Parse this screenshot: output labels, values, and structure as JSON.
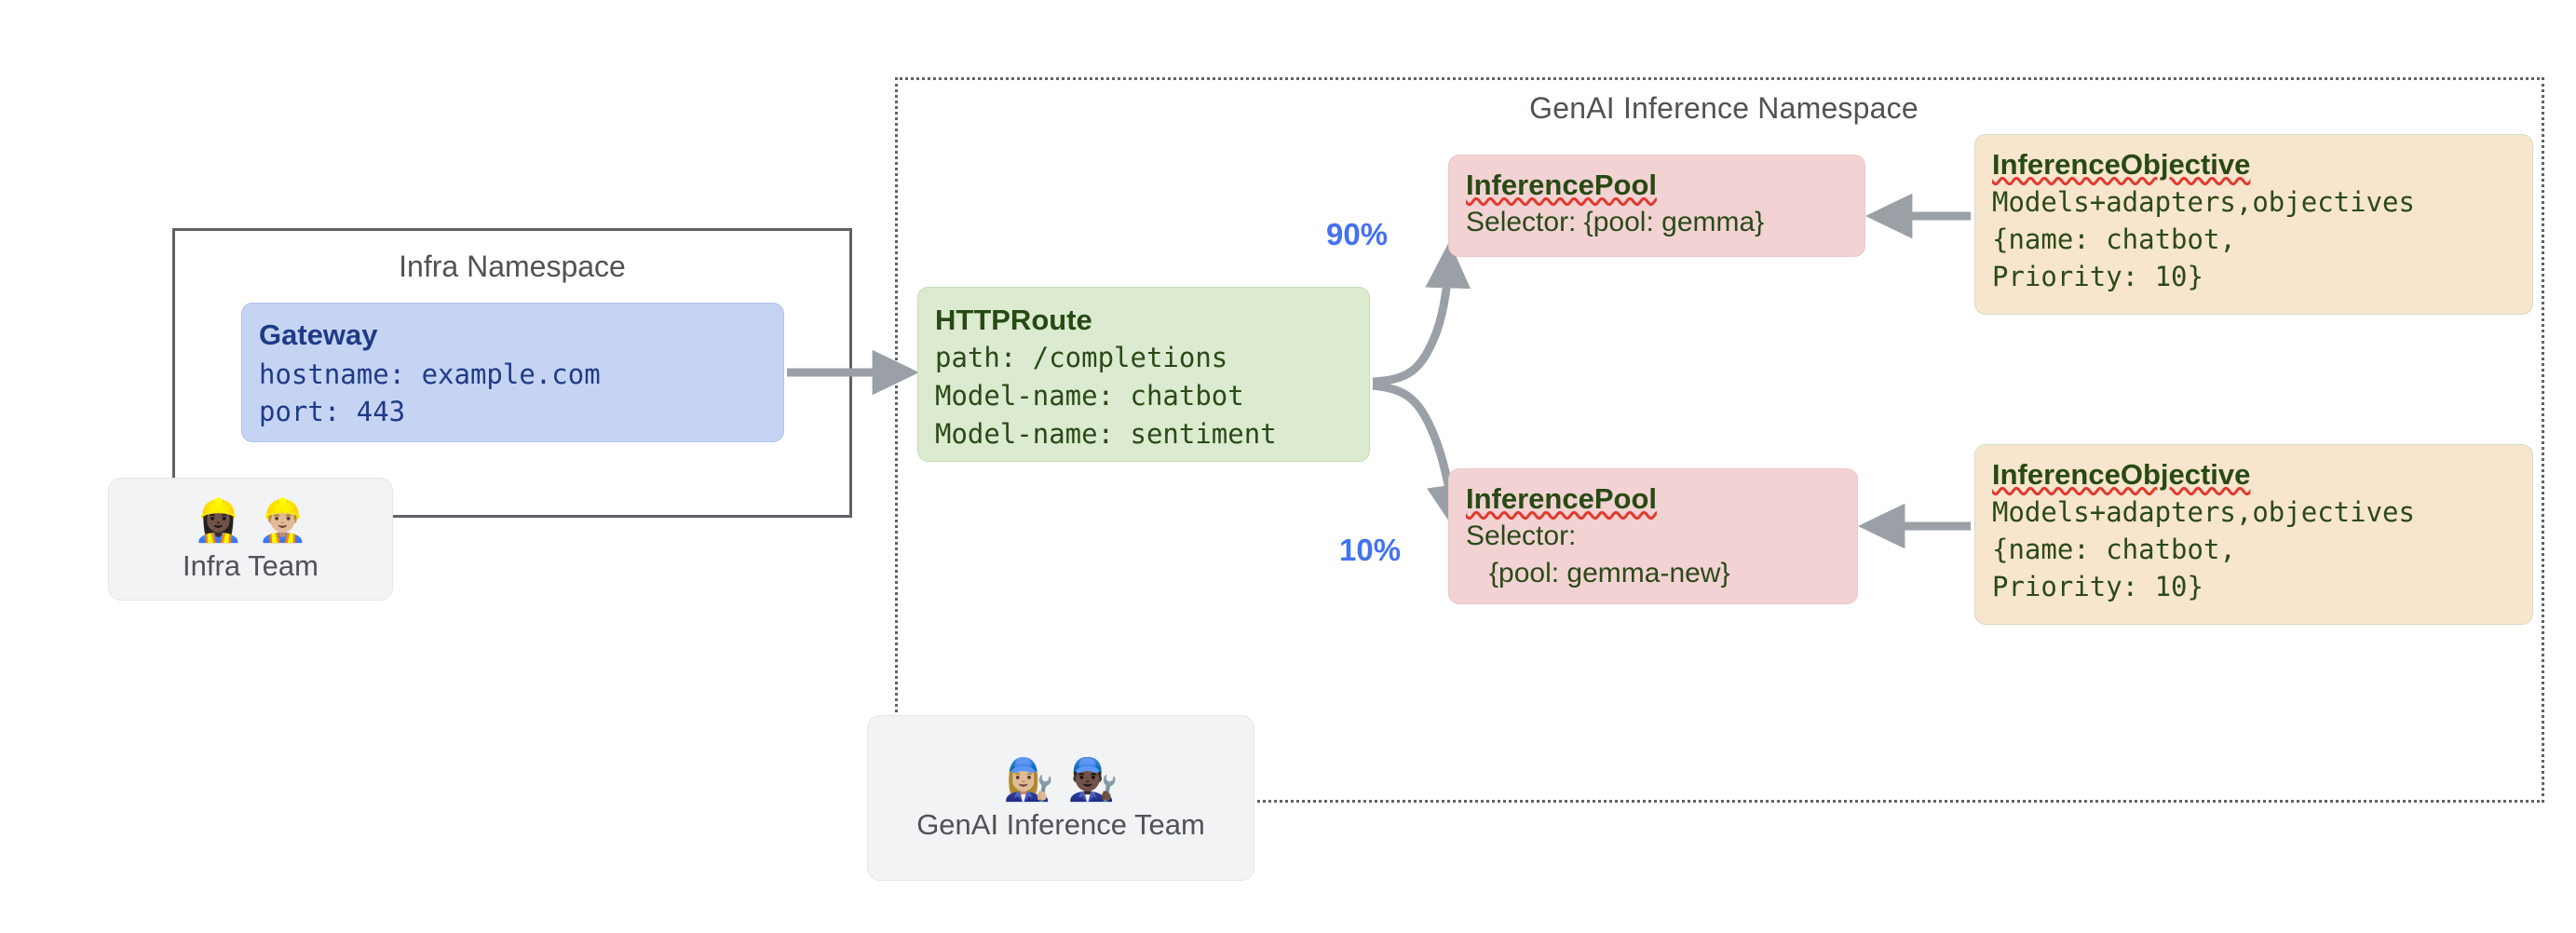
{
  "namespaces": {
    "genai": {
      "title": "GenAI Inference Namespace",
      "border_style": "dotted"
    },
    "infra": {
      "title": "Infra Namespace",
      "border_style": "solid"
    }
  },
  "nodes": {
    "gateway": {
      "title": "Gateway",
      "line1": "hostname: example.com",
      "line2": "port: 443",
      "color": "#c6d4f4",
      "text_color": "#1f3b86"
    },
    "httproute": {
      "title": "HTTPRoute",
      "line1": "path: /completions",
      "line2": "Model-name: chatbot",
      "line3": "Model-name: sentiment",
      "color": "#dcead0",
      "text_color": "#274a14"
    },
    "pool_gemma": {
      "title": "InferencePool",
      "line1": "Selector: {pool: gemma}",
      "color": "#f2d2d3",
      "text_color": "#274a14"
    },
    "pool_gemma_new": {
      "title": "InferencePool",
      "line1": "Selector:",
      "line2": "   {pool: gemma-new}",
      "color": "#f2d2d3",
      "text_color": "#274a14"
    },
    "objective_top": {
      "title": "InferenceObjective",
      "line1": "Models+adapters,objectives",
      "line2": "{name: chatbot,",
      "line3": "Priority: 10}",
      "color": "#f8e5cd",
      "text_color": "#274a14"
    },
    "objective_bottom": {
      "title": "InferenceObjective",
      "line1": "Models+adapters,objectives",
      "line2": "{name: chatbot,",
      "line3": "Priority: 10}",
      "color": "#f8e5cd",
      "text_color": "#274a14"
    }
  },
  "teams": {
    "infra": {
      "label": "Infra Team",
      "emojis": "👷🏿‍♀️👷🏼‍♂️",
      "background": "#f1f3f4"
    },
    "genai": {
      "label": "GenAI Inference Team",
      "emojis": "👩🏼‍🔧👨🏿‍🔧",
      "background": "#f1f3f4"
    }
  },
  "edges": {
    "split_90": {
      "label": "90%",
      "color": "#4472f0"
    },
    "split_10": {
      "label": "10%",
      "color": "#4472f0"
    },
    "arrow_color": "#9aa0a6"
  }
}
